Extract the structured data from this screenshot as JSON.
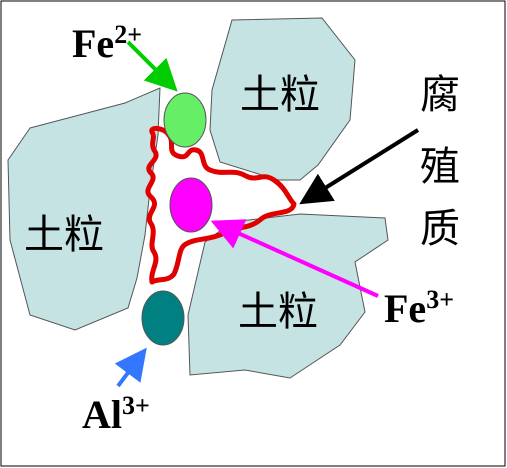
{
  "particles": [
    {
      "label": "土粒"
    },
    {
      "label": "土粒"
    },
    {
      "label": "土粒"
    }
  ],
  "humus": {
    "label_chars": [
      "腐",
      "殖",
      "质"
    ]
  },
  "ions": {
    "fe2": {
      "base": "Fe",
      "charge": "2+",
      "color": "#66ee66"
    },
    "fe3": {
      "base": "Fe",
      "charge": "3+",
      "color": "#ff00ff"
    },
    "al3": {
      "base": "Al",
      "charge": "3+",
      "color": "#008080"
    }
  },
  "arrow_colors": {
    "fe2": "#00cc00",
    "fe3": "#ff00ff",
    "al3": "#3377ff",
    "humus": "#000000"
  },
  "colors": {
    "particle": "#c5e3e3",
    "humus_curve": "#e00000"
  }
}
